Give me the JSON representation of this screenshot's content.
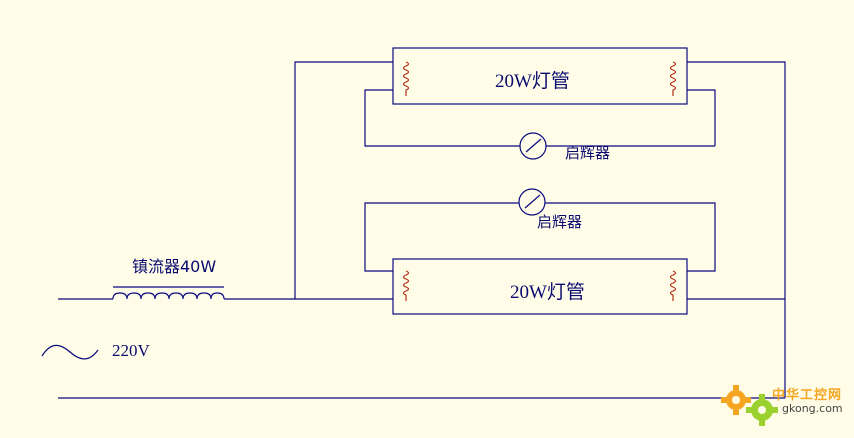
{
  "labels": {
    "tube_top": "20W灯管",
    "tube_bottom": "20W灯管",
    "starter_top": "启辉器",
    "starter_bottom": "启辉器",
    "ballast": "镇流器40W",
    "voltage": "220V"
  },
  "watermark": {
    "name": "中华工控网",
    "domain": "gkong.com"
  },
  "colors": {
    "wire": "#0a0a80",
    "filament": "#b03018",
    "background": "#fffde8",
    "watermark_gear_orange": "#f5a623",
    "watermark_gear_green": "#9bd12e"
  }
}
